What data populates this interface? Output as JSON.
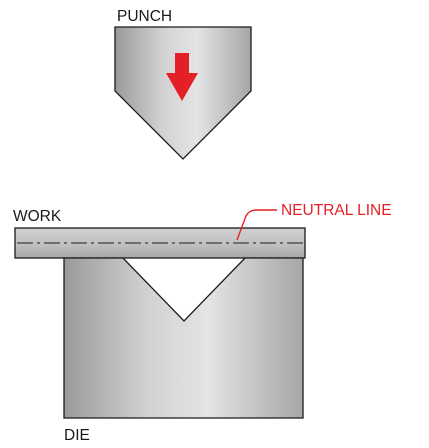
{
  "labels": {
    "punch": "PUNCH",
    "work": "WORK",
    "neutral_line": "NEUTRAL LINE",
    "die": "DIE"
  },
  "colors": {
    "outline": "#1a1a1a",
    "accent": "#e32026",
    "metal_light": "#e6e6e6",
    "metal_mid": "#c4c4c4",
    "metal_dark": "#9c9c9c",
    "text": "#1a1a1a"
  }
}
